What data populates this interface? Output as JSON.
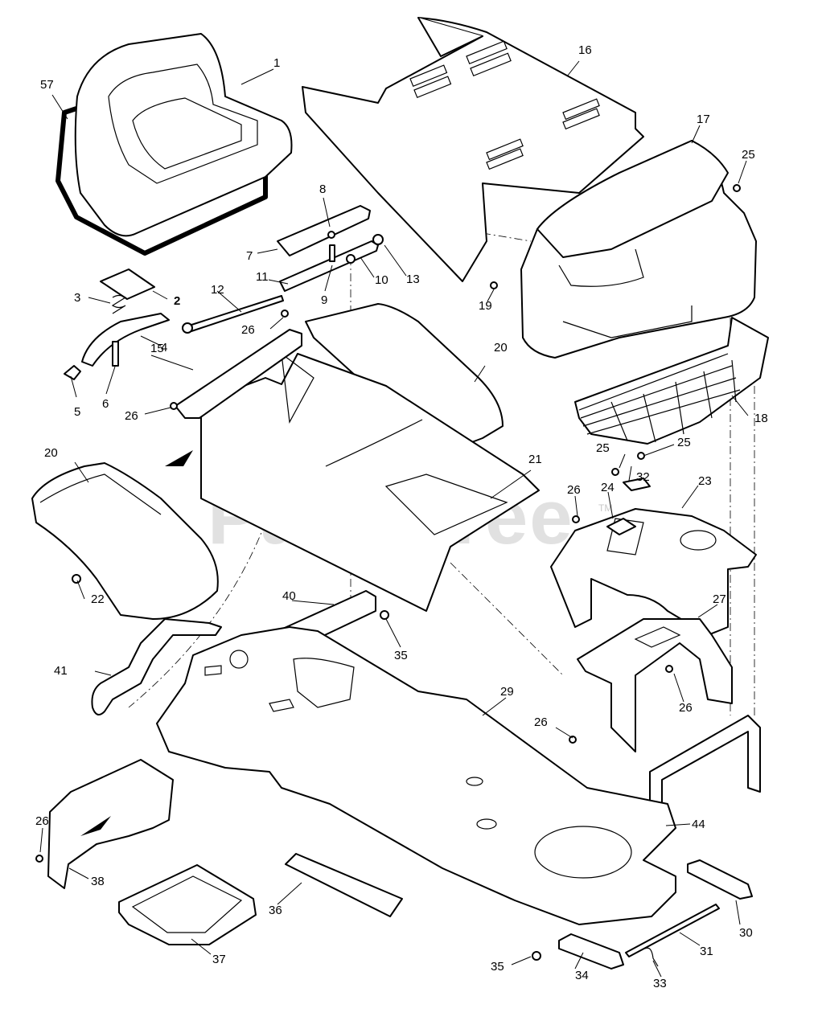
{
  "watermark": {
    "text": "PartsTree",
    "trademark": "TM"
  },
  "callouts": [
    {
      "id": "c1",
      "label": "1"
    },
    {
      "id": "c57",
      "label": "57"
    },
    {
      "id": "c16",
      "label": "16"
    },
    {
      "id": "c17",
      "label": "17"
    },
    {
      "id": "c25a",
      "label": "25"
    },
    {
      "id": "c8",
      "label": "8"
    },
    {
      "id": "c7",
      "label": "7"
    },
    {
      "id": "c11",
      "label": "11"
    },
    {
      "id": "c9",
      "label": "9"
    },
    {
      "id": "c10",
      "label": "10"
    },
    {
      "id": "c13",
      "label": "13"
    },
    {
      "id": "c12",
      "label": "12"
    },
    {
      "id": "c19",
      "label": "19"
    },
    {
      "id": "c2",
      "label": "2"
    },
    {
      "id": "c3",
      "label": "3"
    },
    {
      "id": "c4",
      "label": "4"
    },
    {
      "id": "c26a",
      "label": "26"
    },
    {
      "id": "c15",
      "label": "15"
    },
    {
      "id": "c20a",
      "label": "20"
    },
    {
      "id": "c5",
      "label": "5"
    },
    {
      "id": "c6",
      "label": "6"
    },
    {
      "id": "c26b",
      "label": "26"
    },
    {
      "id": "c18",
      "label": "18"
    },
    {
      "id": "c25b",
      "label": "25"
    },
    {
      "id": "c25c",
      "label": "25"
    },
    {
      "id": "c20b",
      "label": "20"
    },
    {
      "id": "c21",
      "label": "21"
    },
    {
      "id": "c32",
      "label": "32"
    },
    {
      "id": "c24",
      "label": "24"
    },
    {
      "id": "c26c",
      "label": "26"
    },
    {
      "id": "c23",
      "label": "23"
    },
    {
      "id": "c22",
      "label": "22"
    },
    {
      "id": "c40",
      "label": "40"
    },
    {
      "id": "c27",
      "label": "27"
    },
    {
      "id": "c35a",
      "label": "35"
    },
    {
      "id": "c41",
      "label": "41"
    },
    {
      "id": "c26d",
      "label": "26"
    },
    {
      "id": "c29",
      "label": "29"
    },
    {
      "id": "c26e",
      "label": "26"
    },
    {
      "id": "c26f",
      "label": "26"
    },
    {
      "id": "c44",
      "label": "44"
    },
    {
      "id": "c38",
      "label": "38"
    },
    {
      "id": "c36",
      "label": "36"
    },
    {
      "id": "c30",
      "label": "30"
    },
    {
      "id": "c37",
      "label": "37"
    },
    {
      "id": "c31",
      "label": "31"
    },
    {
      "id": "c35b",
      "label": "35"
    },
    {
      "id": "c34",
      "label": "34"
    },
    {
      "id": "c33",
      "label": "33"
    }
  ]
}
